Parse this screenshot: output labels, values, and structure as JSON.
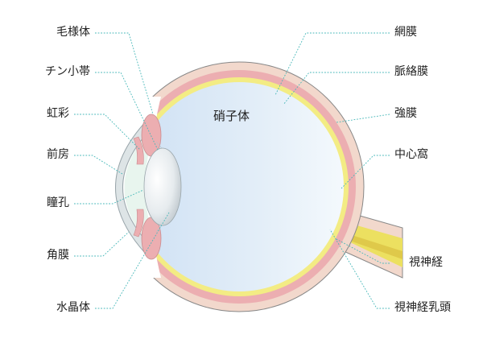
{
  "diagram": {
    "center_label": "硝子体",
    "labels_left": [
      {
        "id": "ciliary-body",
        "text": "毛様体"
      },
      {
        "id": "zonule",
        "text": "チン小帯"
      },
      {
        "id": "iris",
        "text": "虹彩"
      },
      {
        "id": "anterior-chamber",
        "text": "前房"
      },
      {
        "id": "pupil",
        "text": "瞳孔"
      },
      {
        "id": "cornea",
        "text": "角膜"
      },
      {
        "id": "lens",
        "text": "水晶体"
      }
    ],
    "labels_right": [
      {
        "id": "retina",
        "text": "網膜"
      },
      {
        "id": "choroid",
        "text": "脈絡膜"
      },
      {
        "id": "sclera",
        "text": "強膜"
      },
      {
        "id": "fovea",
        "text": "中心窩"
      },
      {
        "id": "optic-nerve",
        "text": "視神経"
      },
      {
        "id": "optic-disc",
        "text": "視神経乳頭"
      }
    ],
    "colors": {
      "sclera": "#f2d8cc",
      "choroid": "#ecaeb1",
      "retina": "#f3ec84",
      "vitreous": "#d8e8f5",
      "leader": "#45b7b8",
      "nerve_yellow": "#ece060"
    }
  }
}
